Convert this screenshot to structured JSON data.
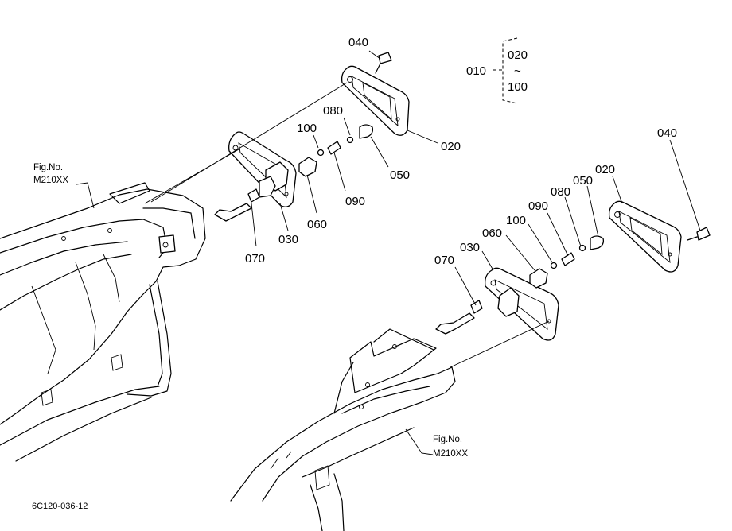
{
  "diagram": {
    "part_labels": {
      "p010": "010",
      "p020_range": "020",
      "range_sep": "~",
      "p100_range": "100",
      "top_040": "040",
      "top_020": "020",
      "top_080": "080",
      "top_100": "100",
      "top_050": "050",
      "top_090": "090",
      "top_060": "060",
      "top_030": "030",
      "top_070": "070",
      "right_040": "040",
      "right_020": "020",
      "right_050": "050",
      "right_080": "080",
      "right_090": "090",
      "right_100": "100",
      "right_060": "060",
      "right_030": "030",
      "right_070": "070"
    },
    "fig_refs": {
      "left_line1": "Fig.No.",
      "left_line2": "M210XX",
      "right_line1": "Fig.No.",
      "right_line2": "M210XX"
    },
    "drawing_code": "6C120-036-12"
  }
}
